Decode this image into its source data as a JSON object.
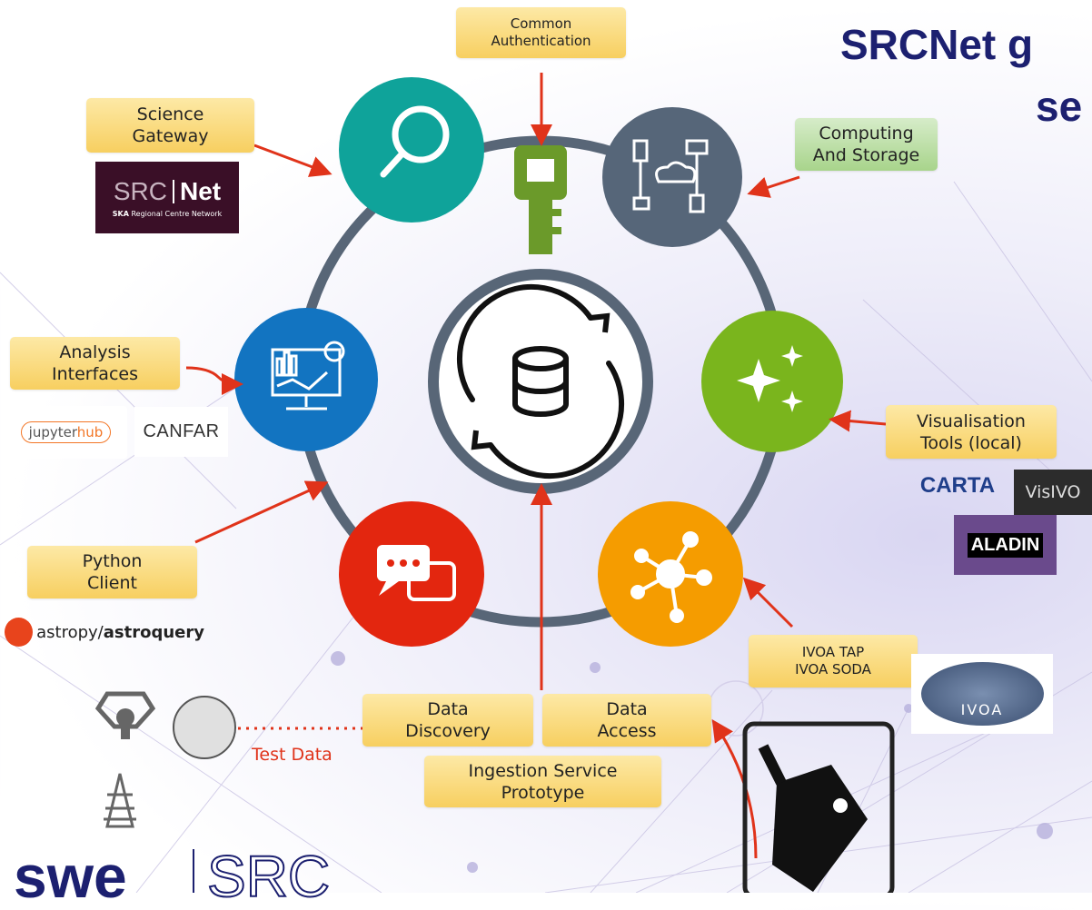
{
  "title": {
    "line1": "SRCNet g",
    "line2": "se"
  },
  "labels": {
    "common_auth": [
      "Common",
      "Authentication"
    ],
    "science_gateway": [
      "Science",
      "Gateway"
    ],
    "computing": [
      "Computing",
      "And Storage"
    ],
    "analysis": [
      "Analysis",
      "Interfaces"
    ],
    "visualisation": [
      "Visualisation",
      "Tools (local)"
    ],
    "python_client": [
      "Python",
      "Client"
    ],
    "ivoa": [
      "IVOA TAP",
      "IVOA SODA"
    ],
    "data_discovery": [
      "Data",
      "Discovery"
    ],
    "data_access": [
      "Data",
      "Access"
    ],
    "ingestion": [
      "Ingestion Service",
      "Prototype"
    ]
  },
  "test_data": "Test Data",
  "logos": {
    "srcnet_a": "SRC",
    "srcnet_b": "Net",
    "srcnet_sub_a": "SKA",
    "srcnet_sub_b": "Regional Centre Network",
    "jupyter_a": "jupyter",
    "jupyter_b": "hub",
    "canfar": "CANFAR",
    "carta": "CARTA",
    "visivo": "VisIVO",
    "aladin": "ALADIN",
    "astropy_a": "astropy/",
    "astropy_b": "astroquery",
    "ivoa": "IVOA",
    "swe": "swe",
    "src": "SRC"
  },
  "colors": {
    "ring": "#586677",
    "search": "#0fa39a",
    "cloud": "#566679",
    "analytics": "#1274c1",
    "sparkle": "#7ab51d",
    "chat": "#e3260f",
    "network": "#f59c00",
    "key": "#6b9a2a",
    "arrow": "#e0331a"
  },
  "icons": [
    "search-icon",
    "cloud-storage-icon",
    "key-icon",
    "analytics-icon",
    "sparkle-icon",
    "chat-icon",
    "network-icon",
    "database-sync-icon",
    "telescope-icon",
    "antenna-icon"
  ]
}
